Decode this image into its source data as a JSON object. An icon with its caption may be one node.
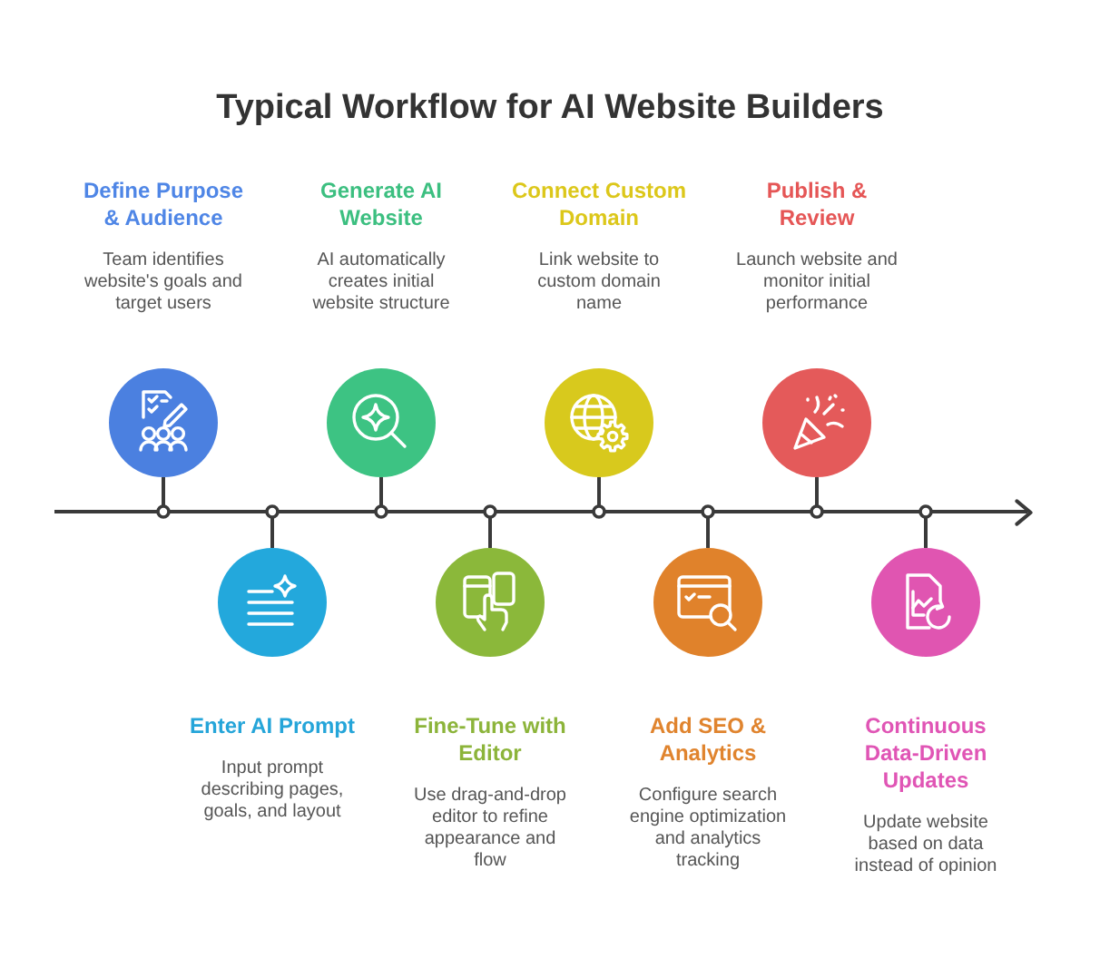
{
  "diagram": {
    "title": "Typical Workflow for AI Website Builders",
    "nodes": [
      {
        "text": [],
        "shape": "circle"
      },
      {
        "text": [],
        "shape": "circle"
      },
      {
        "text": [],
        "shape": "circle"
      },
      {
        "text": [],
        "shape": "circle"
      },
      {
        "text": [],
        "shape": "circle"
      },
      {
        "text": [],
        "shape": "circle"
      },
      {
        "text": [],
        "shape": "circle"
      },
      {
        "text": [],
        "shape": "circle"
      },
      {
        "text": [],
        "shape": "arrow"
      }
    ],
    "edges": [
      {
        "from": 0,
        "to": 8,
        "arrow": "other"
      },
      {
        "from": 1,
        "to": 8,
        "arrow": "other"
      },
      {
        "from": 2,
        "to": 8,
        "arrow": "other"
      },
      {
        "from": 3,
        "to": 8,
        "arrow": "other"
      },
      {
        "from": 4,
        "to": 8,
        "arrow": "other"
      },
      {
        "from": 5,
        "to": 8,
        "arrow": "other"
      },
      {
        "from": 6,
        "to": 8,
        "arrow": "other"
      },
      {
        "from": 7,
        "to": 8,
        "arrow": "other"
      }
    ],
    "labels": [
      "Define Purpose & Audience",
      "Team identifies website's goals and target users",
      "Generate AI Website",
      "AI automatically creates initial website structure",
      "Connect Custom Domain",
      "Link website to custom domain name",
      "Publish & Review",
      "Launch website and monitor initial performance",
      "Enter AI Prompt",
      "Input prompt describing pages, goals, and layout",
      "Fine-Tune with Editor",
      "Use drag-and-drop editor to refine appearance and flow",
      "Add SEO & Analytics",
      "Configure search engine optimization and analytics tracking",
      "Continuous Data-Driven Updates",
      "Update website based on data instead of opinion"
    ]
  }
}
